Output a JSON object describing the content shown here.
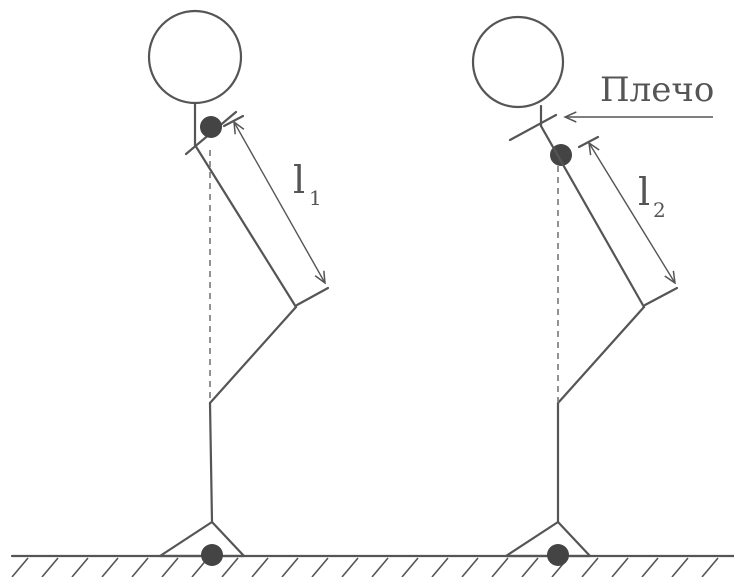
{
  "labels": {
    "shoulder": "Плечо",
    "l1_main": "l",
    "l1_sub": "1",
    "l2_main": "l",
    "l2_sub": "2"
  },
  "figures": [
    {
      "name": "left-figure",
      "has_shoulder_label": false
    },
    {
      "name": "right-figure",
      "has_shoulder_label": true
    }
  ]
}
